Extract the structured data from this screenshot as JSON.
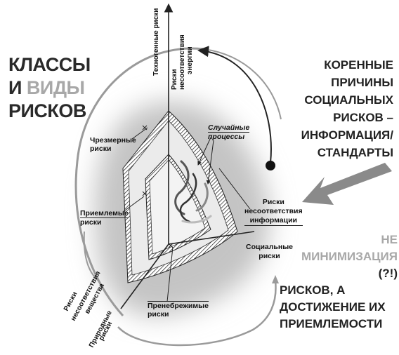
{
  "left_title": {
    "line1": "КЛАССЫ",
    "line2_a": "И",
    "line2_b": "ВИДЫ",
    "line3": "РИСКОВ"
  },
  "right_title": {
    "lines": [
      "КОРЕННЫЕ",
      "ПРИЧИНЫ",
      "СОЦИАЛЬНЫХ",
      "РИСКОВ –",
      "ИНФОРМАЦИЯ/",
      "СТАНДАРТЫ"
    ]
  },
  "bottom_title": {
    "ne": "НЕ",
    "minim": "МИНИМИЗАЦИЯ",
    "q": "(?!)",
    "line2": "РИСКОВ, А",
    "line3": "ДОСТИЖЕНИЕ ИХ",
    "line4": "ПРИЕМЛЕМОСТИ"
  },
  "axis_labels": {
    "technogenic": "Техногенные риски",
    "energy": "Риски несоответствия энергии",
    "info": [
      "Риски",
      "несоответствия",
      "информации"
    ],
    "social": [
      "Социальные",
      "риски"
    ],
    "matter": "Риски несоответствия вещества",
    "natural": "Природные риски"
  },
  "zone_labels": {
    "excessive": [
      "Чрезмерные",
      "риски"
    ],
    "acceptable": [
      "Приемлемые",
      "риски"
    ],
    "negligible": [
      "Пренебрежимые",
      "риски"
    ],
    "random": [
      "Случайные",
      "процессы"
    ]
  },
  "colors": {
    "gray_text": "#a8a8a8",
    "dark_text": "#222222",
    "arrow_fill": "#8a8a8a",
    "zone_fill": "#e9e9e9",
    "glow": "#c8c8c8"
  }
}
